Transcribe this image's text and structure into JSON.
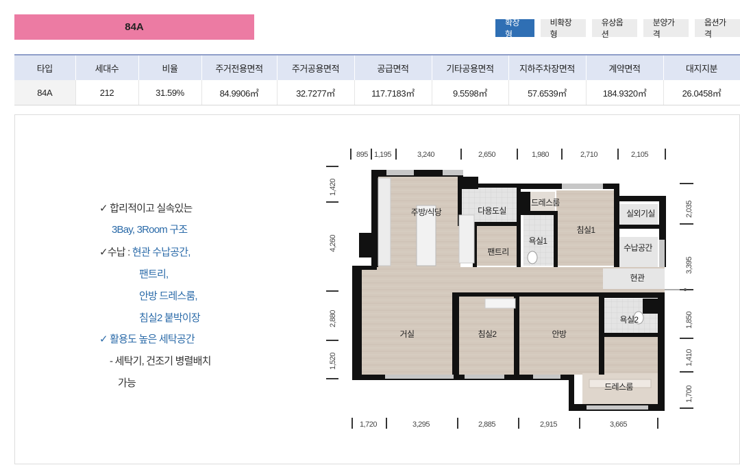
{
  "type_name": "84A",
  "tabs": [
    {
      "label": "확장형",
      "active": true
    },
    {
      "label": "비확장형",
      "active": false
    },
    {
      "label": "유상옵션",
      "active": false
    },
    {
      "label": "분양가격",
      "active": false
    },
    {
      "label": "옵션가격",
      "active": false
    }
  ],
  "spec_table": {
    "headers": [
      "타입",
      "세대수",
      "비율",
      "주거전용면적",
      "주거공용면적",
      "공급면적",
      "기타공용면적",
      "지하주차장면적",
      "계약면적",
      "대지지분"
    ],
    "row": [
      "84A",
      "212",
      "31.59%",
      "84.9906㎡",
      "32.7277㎡",
      "117.7183㎡",
      "9.5598㎡",
      "57.6539㎡",
      "184.9320㎡",
      "26.0458㎡"
    ]
  },
  "features": {
    "line1_check": "✓",
    "line1": "합리적이고 실속있는",
    "line2": "3Bay, 3Room 구조",
    "line3_prefix": "✓수납 : ",
    "line3": "현관 수납공간,",
    "line4": "팬트리,",
    "line5": "안방 드레스룸,",
    "line6": "침실2 붙박이장",
    "line7": "✓ 활용도 높은 세탁공간",
    "line8": "- 세탁기, 건조기 병렬배치",
    "line9": "가능"
  },
  "floorplan": {
    "top_dims": [
      "895",
      "1,195",
      "3,240",
      "2,650",
      "1,980",
      "2,710",
      "2,105"
    ],
    "bottom_dims": [
      "1,720",
      "3,295",
      "2,885",
      "2,915",
      "3,665"
    ],
    "left_dims": [
      "1,420",
      "4,260",
      "2,880",
      "1,520"
    ],
    "right_dims": [
      "2,035",
      "3,395",
      "1,850",
      "1,410",
      "1,700"
    ],
    "rooms": {
      "kitchen": "주방/식당",
      "utility": "다용도실",
      "dressroom1": "드레스룸",
      "bedroom1": "침실1",
      "outdoor": "실외기실",
      "bath1": "욕실1",
      "pantry": "팬트리",
      "storage": "수납공간",
      "entrance": "현관",
      "living": "거실",
      "bedroom2": "침실2",
      "master": "안방",
      "bath2": "욕실2",
      "dressroom2": "드레스룸"
    }
  },
  "colors": {
    "type_bar": "#ec7ba3",
    "tab_active": "#2f6fb4",
    "accent_text": "#2a6aa8",
    "table_header": "#dfe5f3"
  }
}
